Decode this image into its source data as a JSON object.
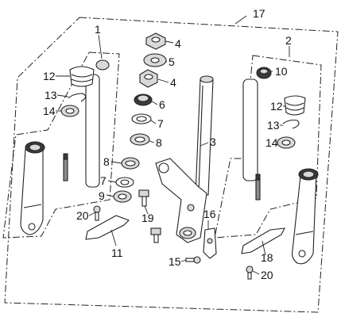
{
  "diagram": {
    "callouts": [
      {
        "id": "c17",
        "text": "17"
      },
      {
        "id": "c1",
        "text": "1"
      },
      {
        "id": "c2",
        "text": "2"
      },
      {
        "id": "c3",
        "text": "3"
      },
      {
        "id": "c4a",
        "text": "4"
      },
      {
        "id": "c5",
        "text": "5"
      },
      {
        "id": "c4b",
        "text": "4"
      },
      {
        "id": "c6",
        "text": "6"
      },
      {
        "id": "c7a",
        "text": "7"
      },
      {
        "id": "c8a",
        "text": "8"
      },
      {
        "id": "c8b",
        "text": "8"
      },
      {
        "id": "c7b",
        "text": "7"
      },
      {
        "id": "c9",
        "text": "9"
      },
      {
        "id": "c10",
        "text": "10"
      },
      {
        "id": "c12a",
        "text": "12"
      },
      {
        "id": "c13a",
        "text": "13"
      },
      {
        "id": "c14a",
        "text": "14"
      },
      {
        "id": "c12b",
        "text": "12"
      },
      {
        "id": "c13b",
        "text": "13"
      },
      {
        "id": "c14b",
        "text": "14"
      },
      {
        "id": "c11",
        "text": "11"
      },
      {
        "id": "c15",
        "text": "15"
      },
      {
        "id": "c16",
        "text": "16"
      },
      {
        "id": "c18",
        "text": "18"
      },
      {
        "id": "c19",
        "text": "19"
      },
      {
        "id": "c20a",
        "text": "20"
      },
      {
        "id": "c20b",
        "text": "20"
      }
    ]
  }
}
